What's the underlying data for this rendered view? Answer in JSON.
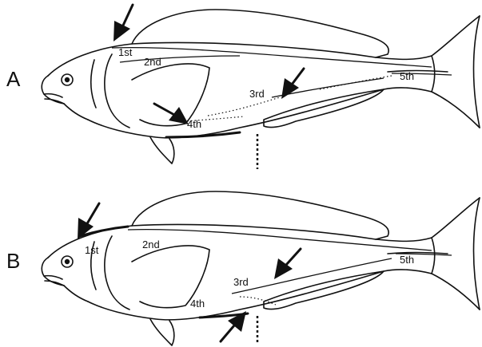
{
  "figure": {
    "panels": [
      {
        "id": "A",
        "label": "A",
        "line_labels": [
          "1st",
          "2nd",
          "3rd",
          "4th",
          "5th"
        ]
      },
      {
        "id": "B",
        "label": "B",
        "line_labels": [
          "1st",
          "2nd",
          "3rd",
          "4th",
          "5th"
        ]
      }
    ],
    "colors": {
      "ink": "#111111",
      "background": "#ffffff"
    }
  }
}
